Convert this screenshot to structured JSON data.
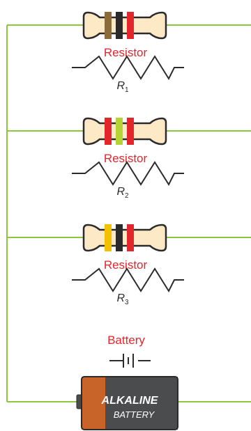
{
  "colors": {
    "wire": "#8dc63f",
    "outline": "#2b2b2b",
    "body_fill": "#fde9c6",
    "label_red": "#e3262b",
    "battery_copper": "#c8642a",
    "battery_dark": "#4b4c4e",
    "battery_text": "#ffffff"
  },
  "resistors": [
    {
      "label": "Resistor",
      "symbol": "R",
      "subscript": "1",
      "bands": [
        "#8b6b3a",
        "#2a2a2a",
        "#e3262b"
      ]
    },
    {
      "label": "Resistor",
      "symbol": "R",
      "subscript": "2",
      "bands": [
        "#e3262b",
        "#b5d334",
        "#e3262b"
      ]
    },
    {
      "label": "Resistor",
      "symbol": "R",
      "subscript": "3",
      "bands": [
        "#f2c200",
        "#2a2a2a",
        "#e3262b"
      ]
    }
  ],
  "battery": {
    "label": "Battery",
    "brand": "ALKALINE",
    "type": "BATTERY"
  }
}
